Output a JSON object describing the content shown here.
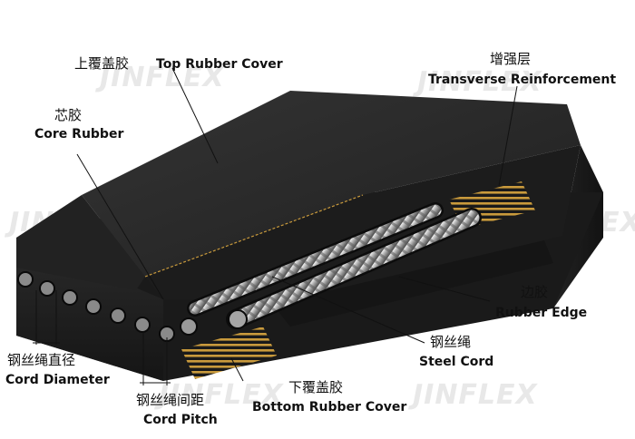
{
  "labels": {
    "top_cover": {
      "cn": "上覆盖胶",
      "en": "Top Rubber Cover"
    },
    "transverse": {
      "cn": "增强层",
      "en": "Transverse Reinforcement"
    },
    "core": {
      "cn": "芯胶",
      "en": "Core Rubber"
    },
    "edge": {
      "cn": "边胶",
      "en": "Rubber Edge"
    },
    "steel_cord": {
      "cn": "钢丝绳",
      "en": "Steel Cord"
    },
    "cord_diameter": {
      "cn": "钢丝绳直径",
      "en": "Cord Diameter"
    },
    "bottom_cover": {
      "cn": "下覆盖胶",
      "en": "Bottom Rubber Cover"
    },
    "cord_pitch": {
      "cn": "钢丝绳间距",
      "en": "Cord Pitch"
    }
  },
  "watermark": {
    "brand": "JINFLEX"
  },
  "colors": {
    "rubber_top": "#2a2a2a",
    "rubber_side": "#1b1b1b",
    "rubber_dark": "#101010",
    "steel": "#bdbdbd",
    "fabric": "#c99a3c"
  }
}
